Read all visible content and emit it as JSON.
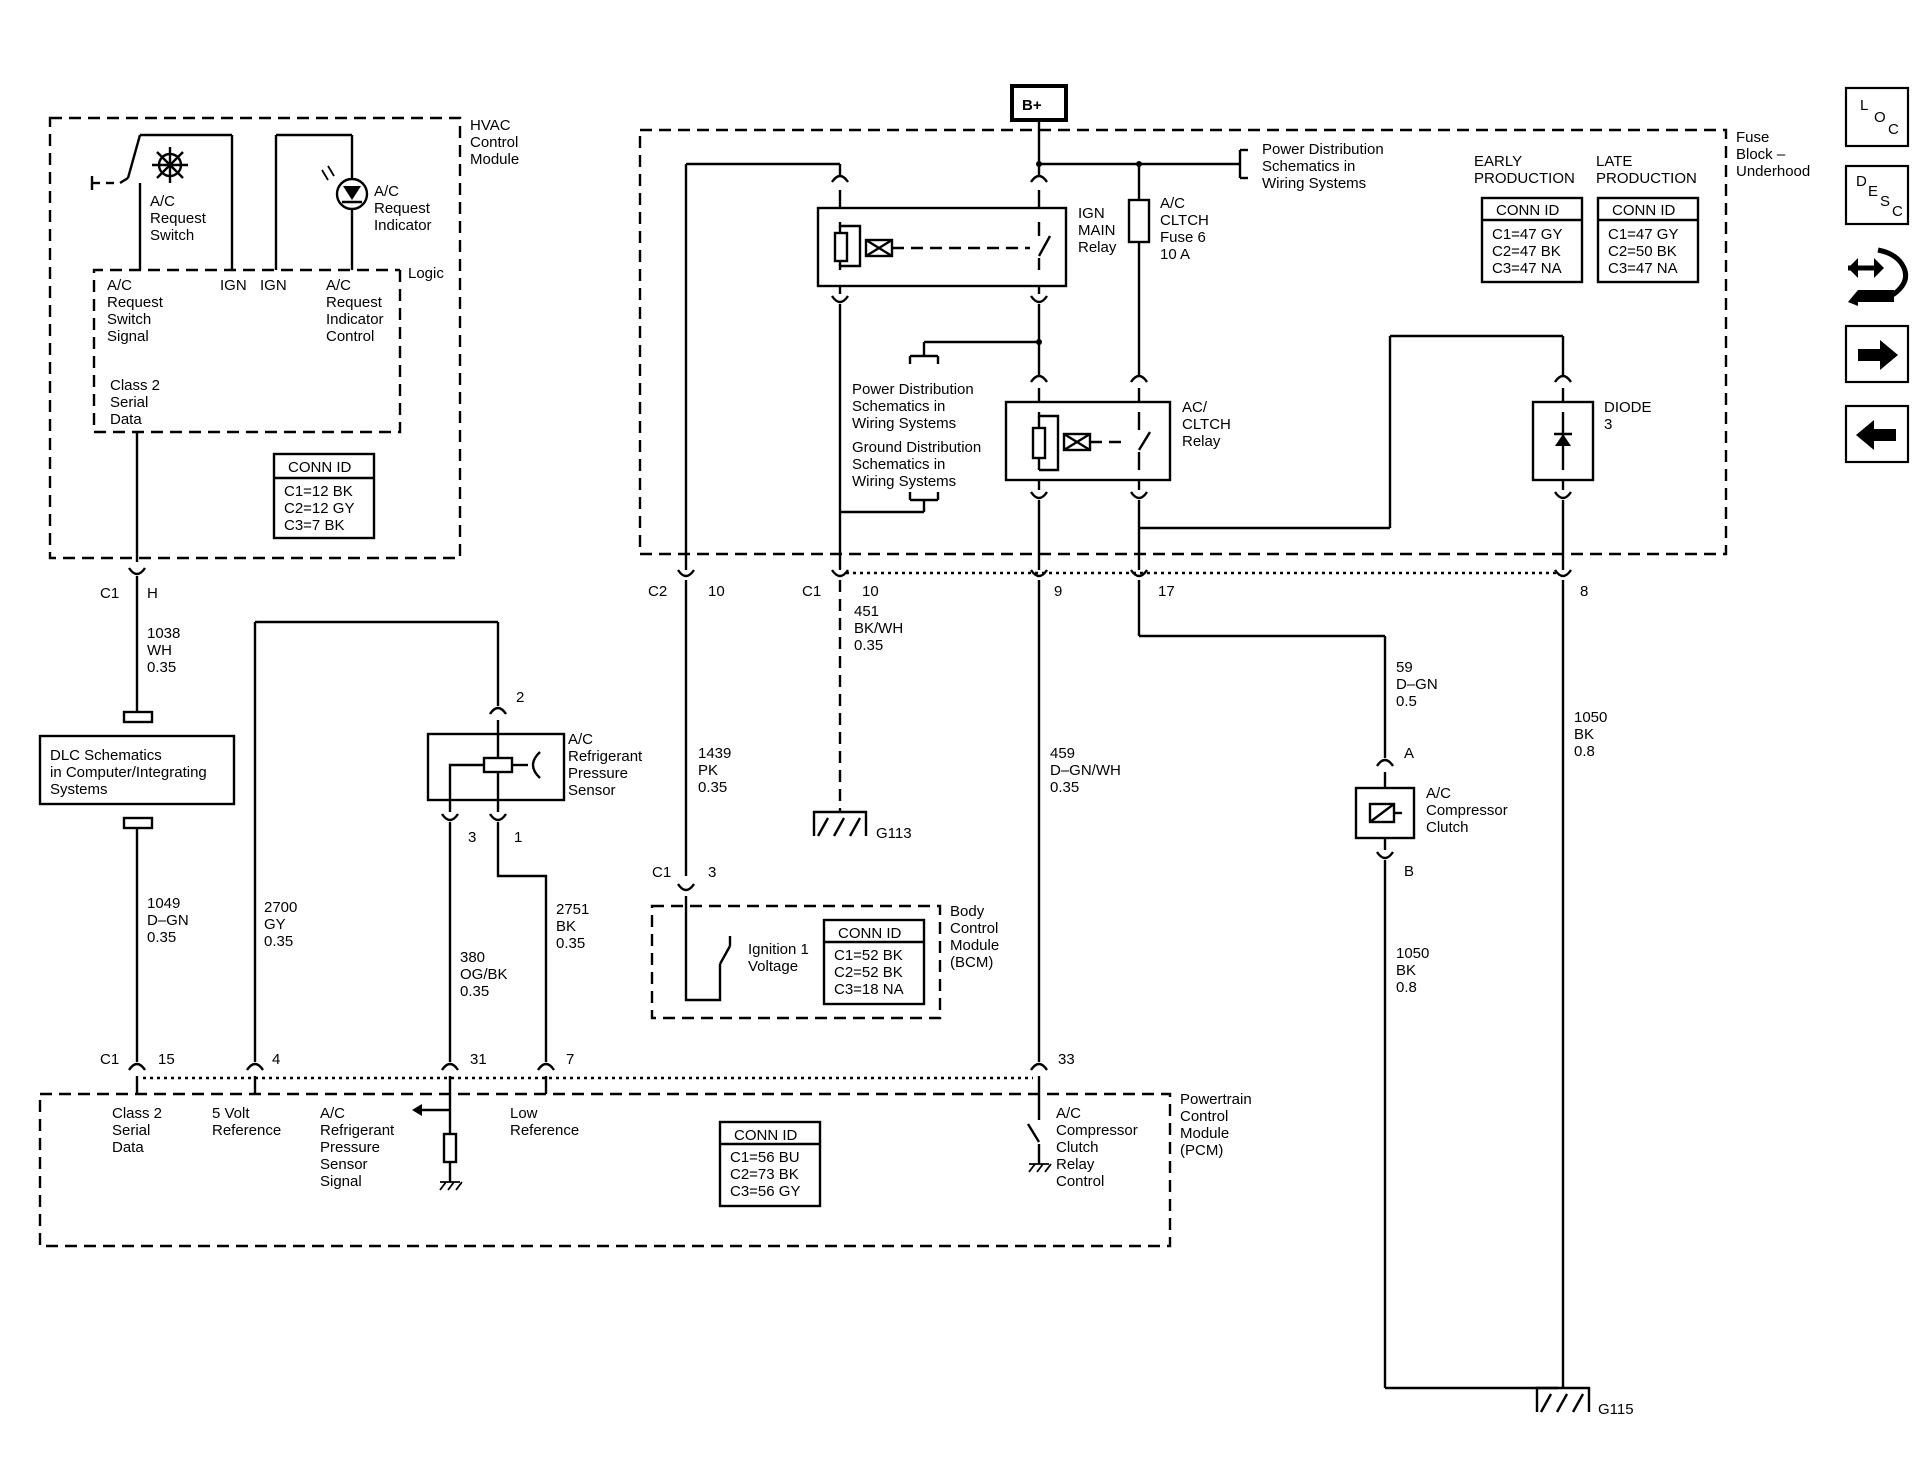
{
  "battery": "B+",
  "hvac": {
    "module": [
      "HVAC",
      "Control",
      "Module"
    ],
    "switch": [
      "A/C",
      "Request",
      "Switch"
    ],
    "indicator": [
      "A/C",
      "Request",
      "Indicator"
    ],
    "logic": "Logic",
    "ign1": "IGN",
    "ign2": "IGN",
    "sw_signal": [
      "A/C",
      "Request",
      "Switch",
      "Signal"
    ],
    "ind_control": [
      "A/C",
      "Request",
      "Indicator",
      "Control"
    ],
    "serial": [
      "Class 2",
      "Serial",
      "Data"
    ],
    "conn_title": "CONN ID",
    "conn": [
      "C1=12 BK",
      "C2=12 GY",
      "C3=7 BK"
    ]
  },
  "fuse_block": {
    "label": [
      "Fuse",
      "Block –",
      "Underhood"
    ],
    "early": [
      "EARLY",
      "PRODUCTION"
    ],
    "late": [
      "LATE",
      "PRODUCTION"
    ],
    "conn_title_early": "CONN ID",
    "conn_early": [
      "C1=47 GY",
      "C2=47 BK",
      "C3=47 NA"
    ],
    "conn_title_late": "CONN ID",
    "conn_late": [
      "C1=47 GY",
      "C2=50 BK",
      "C3=47 NA"
    ],
    "power_dist_top": [
      "Power Distribution",
      "Schematics in",
      "Wiring Systems"
    ],
    "ign_relay": [
      "IGN",
      "MAIN",
      "Relay"
    ],
    "fuse": [
      "A/C",
      "CLTCH",
      "Fuse 6",
      "10 A"
    ],
    "power_dist_mid": [
      "Power Distribution",
      "Schematics in",
      "Wiring Systems"
    ],
    "ground_dist": [
      "Ground Distribution",
      "Schematics in",
      "Wiring Systems"
    ],
    "clutch_relay": [
      "AC/",
      "CLTCH",
      "Relay"
    ],
    "diode": [
      "DIODE",
      "3"
    ]
  },
  "connectors": {
    "hvac_c1": "C1",
    "hvac_h": "H",
    "c2": "C2",
    "c2_pin": "10",
    "c1": "C1",
    "c1_pin": "10",
    "pin9": "9",
    "pin17": "17",
    "pin8": "8",
    "sensor_pin2": "2",
    "sensor_pin3": "3",
    "sensor_pin1": "1",
    "clutch_a": "A",
    "clutch_b": "B",
    "bcm_c1": "C1",
    "bcm_pin": "3",
    "pcm_c1": "C1",
    "pcm_15": "15",
    "pcm_4": "4",
    "pcm_31": "31",
    "pcm_7": "7",
    "pcm_33": "33"
  },
  "wires": {
    "w1038": [
      "1038",
      "WH",
      "0.35"
    ],
    "w1049": [
      "1049",
      "D–GN",
      "0.35"
    ],
    "w2700": [
      "2700",
      "GY",
      "0.35"
    ],
    "w380": [
      "380",
      "OG/BK",
      "0.35"
    ],
    "w2751": [
      "2751",
      "BK",
      "0.35"
    ],
    "w1439": [
      "1439",
      "PK",
      "0.35"
    ],
    "w451": [
      "451",
      "BK/WH",
      "0.35"
    ],
    "w459": [
      "459",
      "D–GN/WH",
      "0.35"
    ],
    "w59": [
      "59",
      "D–GN",
      "0.5"
    ],
    "w1050a": [
      "1050",
      "BK",
      "0.8"
    ],
    "w1050b": [
      "1050",
      "BK",
      "0.8"
    ]
  },
  "dlc": [
    "DLC Schematics",
    "in Computer/Integrating",
    "Systems"
  ],
  "sensor": [
    "A/C",
    "Refrigerant",
    "Pressure",
    "Sensor"
  ],
  "clutch": [
    "A/C",
    "Compressor",
    "Clutch"
  ],
  "grounds": {
    "g113": "G113",
    "g115": "G115"
  },
  "bcm": {
    "label": [
      "Body",
      "Control",
      "Module",
      "(BCM)"
    ],
    "ignition": [
      "Ignition 1",
      "Voltage"
    ],
    "conn_title": "CONN ID",
    "conn": [
      "C1=52 BK",
      "C2=52 BK",
      "C3=18 NA"
    ]
  },
  "pcm": {
    "label": [
      "Powertrain",
      "Control",
      "Module",
      "(PCM)"
    ],
    "serial": [
      "Class 2",
      "Serial",
      "Data"
    ],
    "ref5v": [
      "5 Volt",
      "Reference"
    ],
    "sensor_signal": [
      "A/C",
      "Refrigerant",
      "Pressure",
      "Sensor",
      "Signal"
    ],
    "low_ref": [
      "Low",
      "Reference"
    ],
    "relay_control": [
      "A/C",
      "Compressor",
      "Clutch",
      "Relay",
      "Control"
    ],
    "conn_title": "CONN ID",
    "conn": [
      "C1=56 BU",
      "C2=73 BK",
      "C3=56 GY"
    ]
  },
  "nav": {
    "loc_letters": [
      "L",
      "O",
      "C"
    ],
    "desc_letters": [
      "D",
      "E",
      "S",
      "C"
    ],
    "buttons": [
      "loc-button",
      "desc-button",
      "connector-view-button",
      "next-button",
      "previous-button"
    ]
  }
}
